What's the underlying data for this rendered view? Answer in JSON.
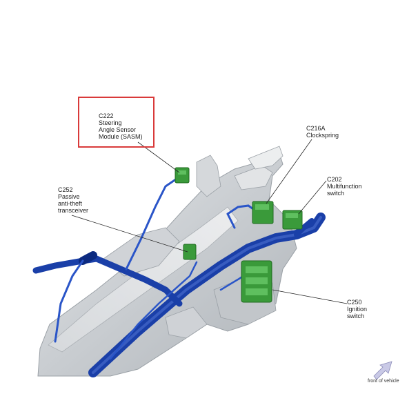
{
  "callouts": {
    "c222": {
      "lines": [
        "C222",
        "Steering",
        "Angle Sensor",
        "Module (SASM)"
      ]
    },
    "c216a": {
      "lines": [
        "C216A",
        "Clockspring"
      ]
    },
    "c202": {
      "lines": [
        "C202",
        "Multifunction",
        "switch"
      ]
    },
    "c252": {
      "lines": [
        "C252",
        "Passive",
        "anti-theft",
        "transceiver"
      ]
    },
    "c250": {
      "lines": [
        "C250",
        "Ignition",
        "switch"
      ]
    }
  },
  "orientation": {
    "label": "front of vehicle"
  },
  "colors": {
    "harness": "#1a3fa8",
    "harness_dark": "#0c2a80",
    "connector": "#3a9a3a",
    "connector_dark": "#1f6a1f",
    "column": "#c7cbd0",
    "highlight": "#d93a3a",
    "arrow": "#c9c9e6"
  }
}
